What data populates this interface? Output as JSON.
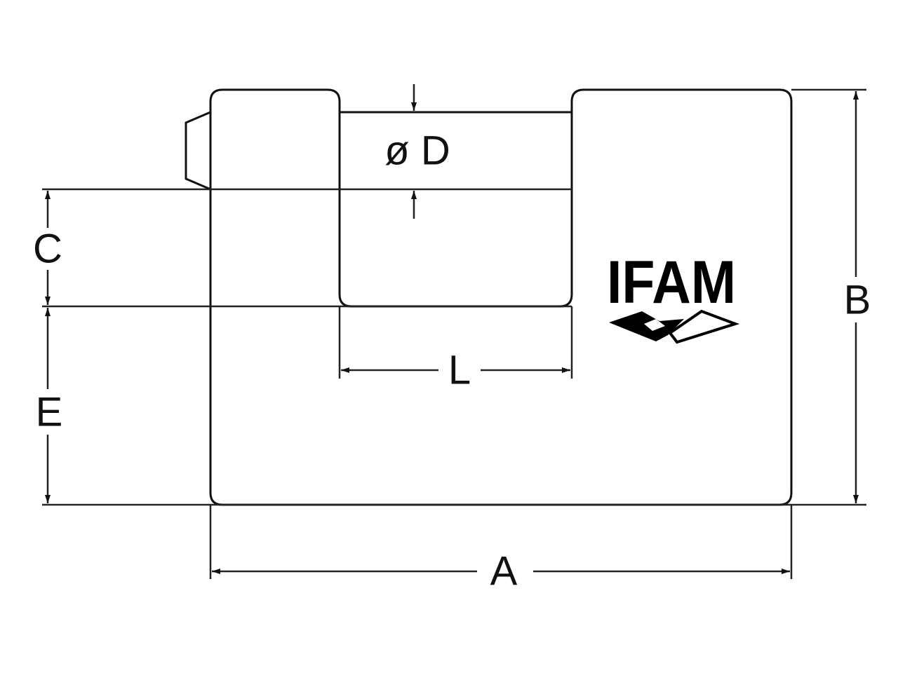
{
  "diagram": {
    "title": "Padlock dimension drawing",
    "logo_text": "IFAM",
    "labels": {
      "a": "A",
      "b": "B",
      "c": "C",
      "d": "ø D",
      "e": "E",
      "l": "L"
    },
    "colors": {
      "line": "#111111",
      "background": "#ffffff"
    }
  }
}
